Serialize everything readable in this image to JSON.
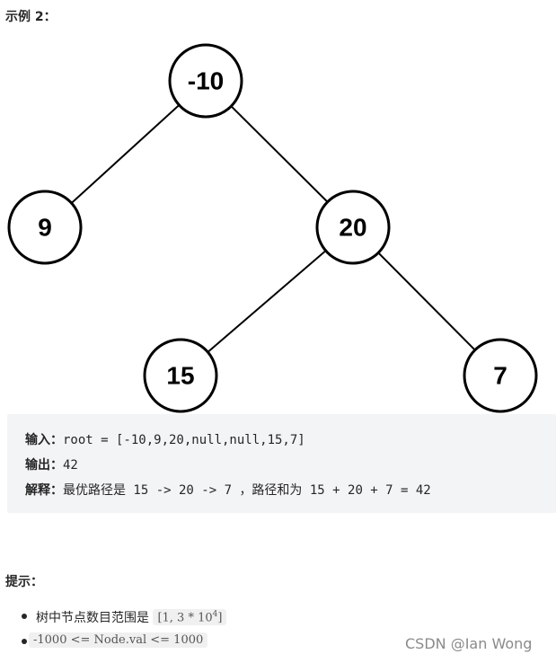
{
  "example_title": "示例 2：",
  "tree": {
    "nodes": [
      {
        "id": "n1",
        "label": "-10"
      },
      {
        "id": "n2",
        "label": "9"
      },
      {
        "id": "n3",
        "label": "20"
      },
      {
        "id": "n4",
        "label": "15"
      },
      {
        "id": "n5",
        "label": "7"
      }
    ],
    "edges": [
      [
        "n1",
        "n2"
      ],
      [
        "n1",
        "n3"
      ],
      [
        "n3",
        "n4"
      ],
      [
        "n3",
        "n5"
      ]
    ]
  },
  "example": {
    "input_label": "输入：",
    "input_value": "root = [-10,9,20,null,null,15,7]",
    "output_label": "输出：",
    "output_value": "42",
    "explain_label": "解释：",
    "explain_text_1": "最优路径是",
    "explain_expr_1": " 15 -> 20 -> 7 ",
    "explain_text_2": "，路径和为",
    "explain_expr_2": " 15 + 20 + 7 = 42"
  },
  "tips_title": "提示：",
  "tips": {
    "tip1_text": "树中节点数目范围是",
    "tip1_code_base": "[1, 3 * 10",
    "tip1_code_exp": "4",
    "tip1_code_end": "]",
    "tip2_code": "-1000 <= Node.val <= 1000"
  },
  "watermark": "CSDN @Ian Wong"
}
